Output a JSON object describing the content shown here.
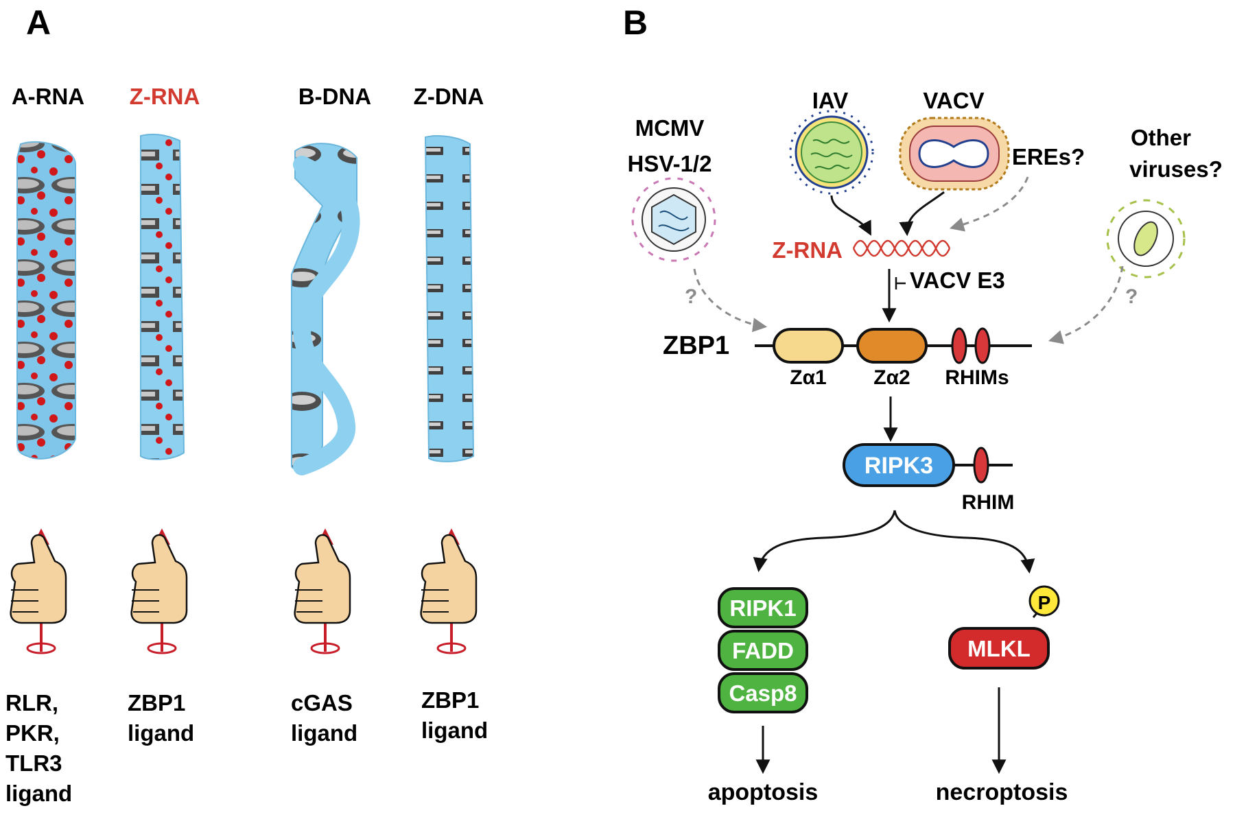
{
  "panel_a": {
    "letter": "A",
    "structures": [
      {
        "name": "A-RNA",
        "ligand_lines": [
          "RLR,",
          "PKR,",
          "TLR3",
          "ligand"
        ],
        "color": "#000000"
      },
      {
        "name": "Z-RNA",
        "ligand_lines": [
          "ZBP1",
          "ligand"
        ],
        "color": "#d33a2f"
      },
      {
        "name": "B-DNA",
        "ligand_lines": [
          "cGAS",
          "ligand"
        ],
        "color": "#000000"
      },
      {
        "name": "Z-DNA",
        "ligand_lines": [
          "ZBP1",
          "ligand"
        ],
        "color": "#000000"
      }
    ]
  },
  "panel_b": {
    "letter": "B",
    "viruses": {
      "mcmv": "MCMV",
      "hsv": "HSV-1/2",
      "iav": "IAV",
      "vacv": "VACV",
      "eres": "EREs?",
      "other_line1": "Other",
      "other_line2": "viruses?"
    },
    "zrna_label": "Z-RNA",
    "vacv_e3": "VACV E3",
    "question_left": "?",
    "question_right": "?",
    "zbp1": {
      "label": "ZBP1",
      "domains": [
        "Zα1",
        "Zα2",
        "RHIMs"
      ]
    },
    "ripk3": {
      "label": "RIPK3",
      "rhim": "RHIM"
    },
    "apoptosis_complex": [
      "RIPK1",
      "FADD",
      "Casp8"
    ],
    "phospho": "P",
    "mlkl": "MLKL",
    "outcomes": {
      "left": "apoptosis",
      "right": "necroptosis"
    },
    "colors": {
      "za1": "#f6d98c",
      "za2": "#e08a2a",
      "rhim": "#d8383a",
      "ripk3": "#4aa0e4",
      "complex": "#4fb341",
      "mlkl": "#d32b2b",
      "phospho": "#ffe83a",
      "zrna": "#d33a2f",
      "dna_blue": "#8ed0ef",
      "thumb": "#f5d3a0"
    }
  }
}
